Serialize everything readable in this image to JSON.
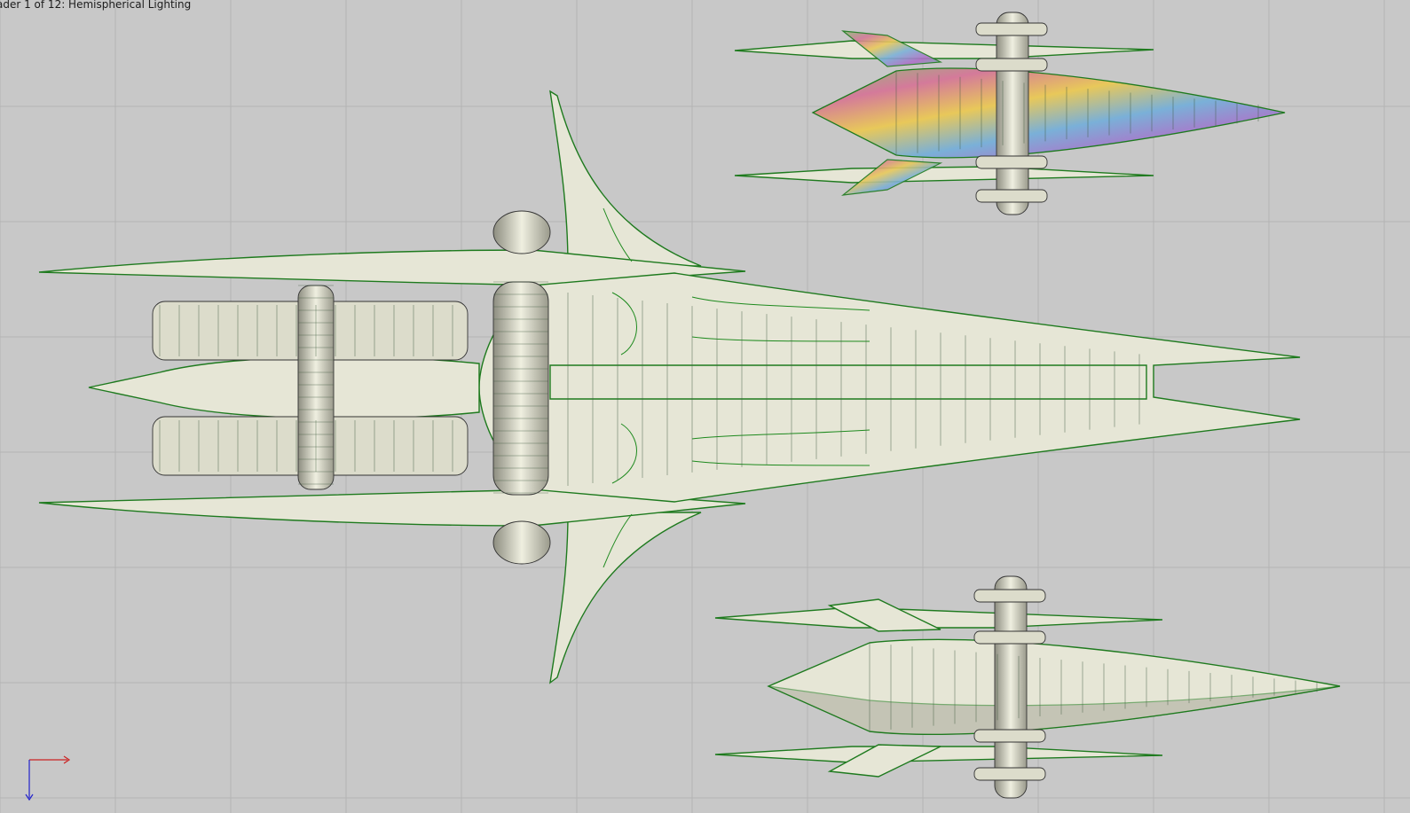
{
  "viewport": {
    "shader_label": "ader 1 of 12: Hemispherical Lighting",
    "background_color": "#c8c8c8",
    "grid_color": "#b4b4b4",
    "wireframe_color": "#1e7a1e",
    "surface_color": "#e6e6d6"
  },
  "objects": [
    {
      "name": "spaceship-top-view"
    },
    {
      "name": "spaceship-iridescent-view"
    },
    {
      "name": "spaceship-bottom-view"
    }
  ],
  "axis_gizmo": {
    "x_color": "#cc2222",
    "y_color": "#2222cc"
  }
}
